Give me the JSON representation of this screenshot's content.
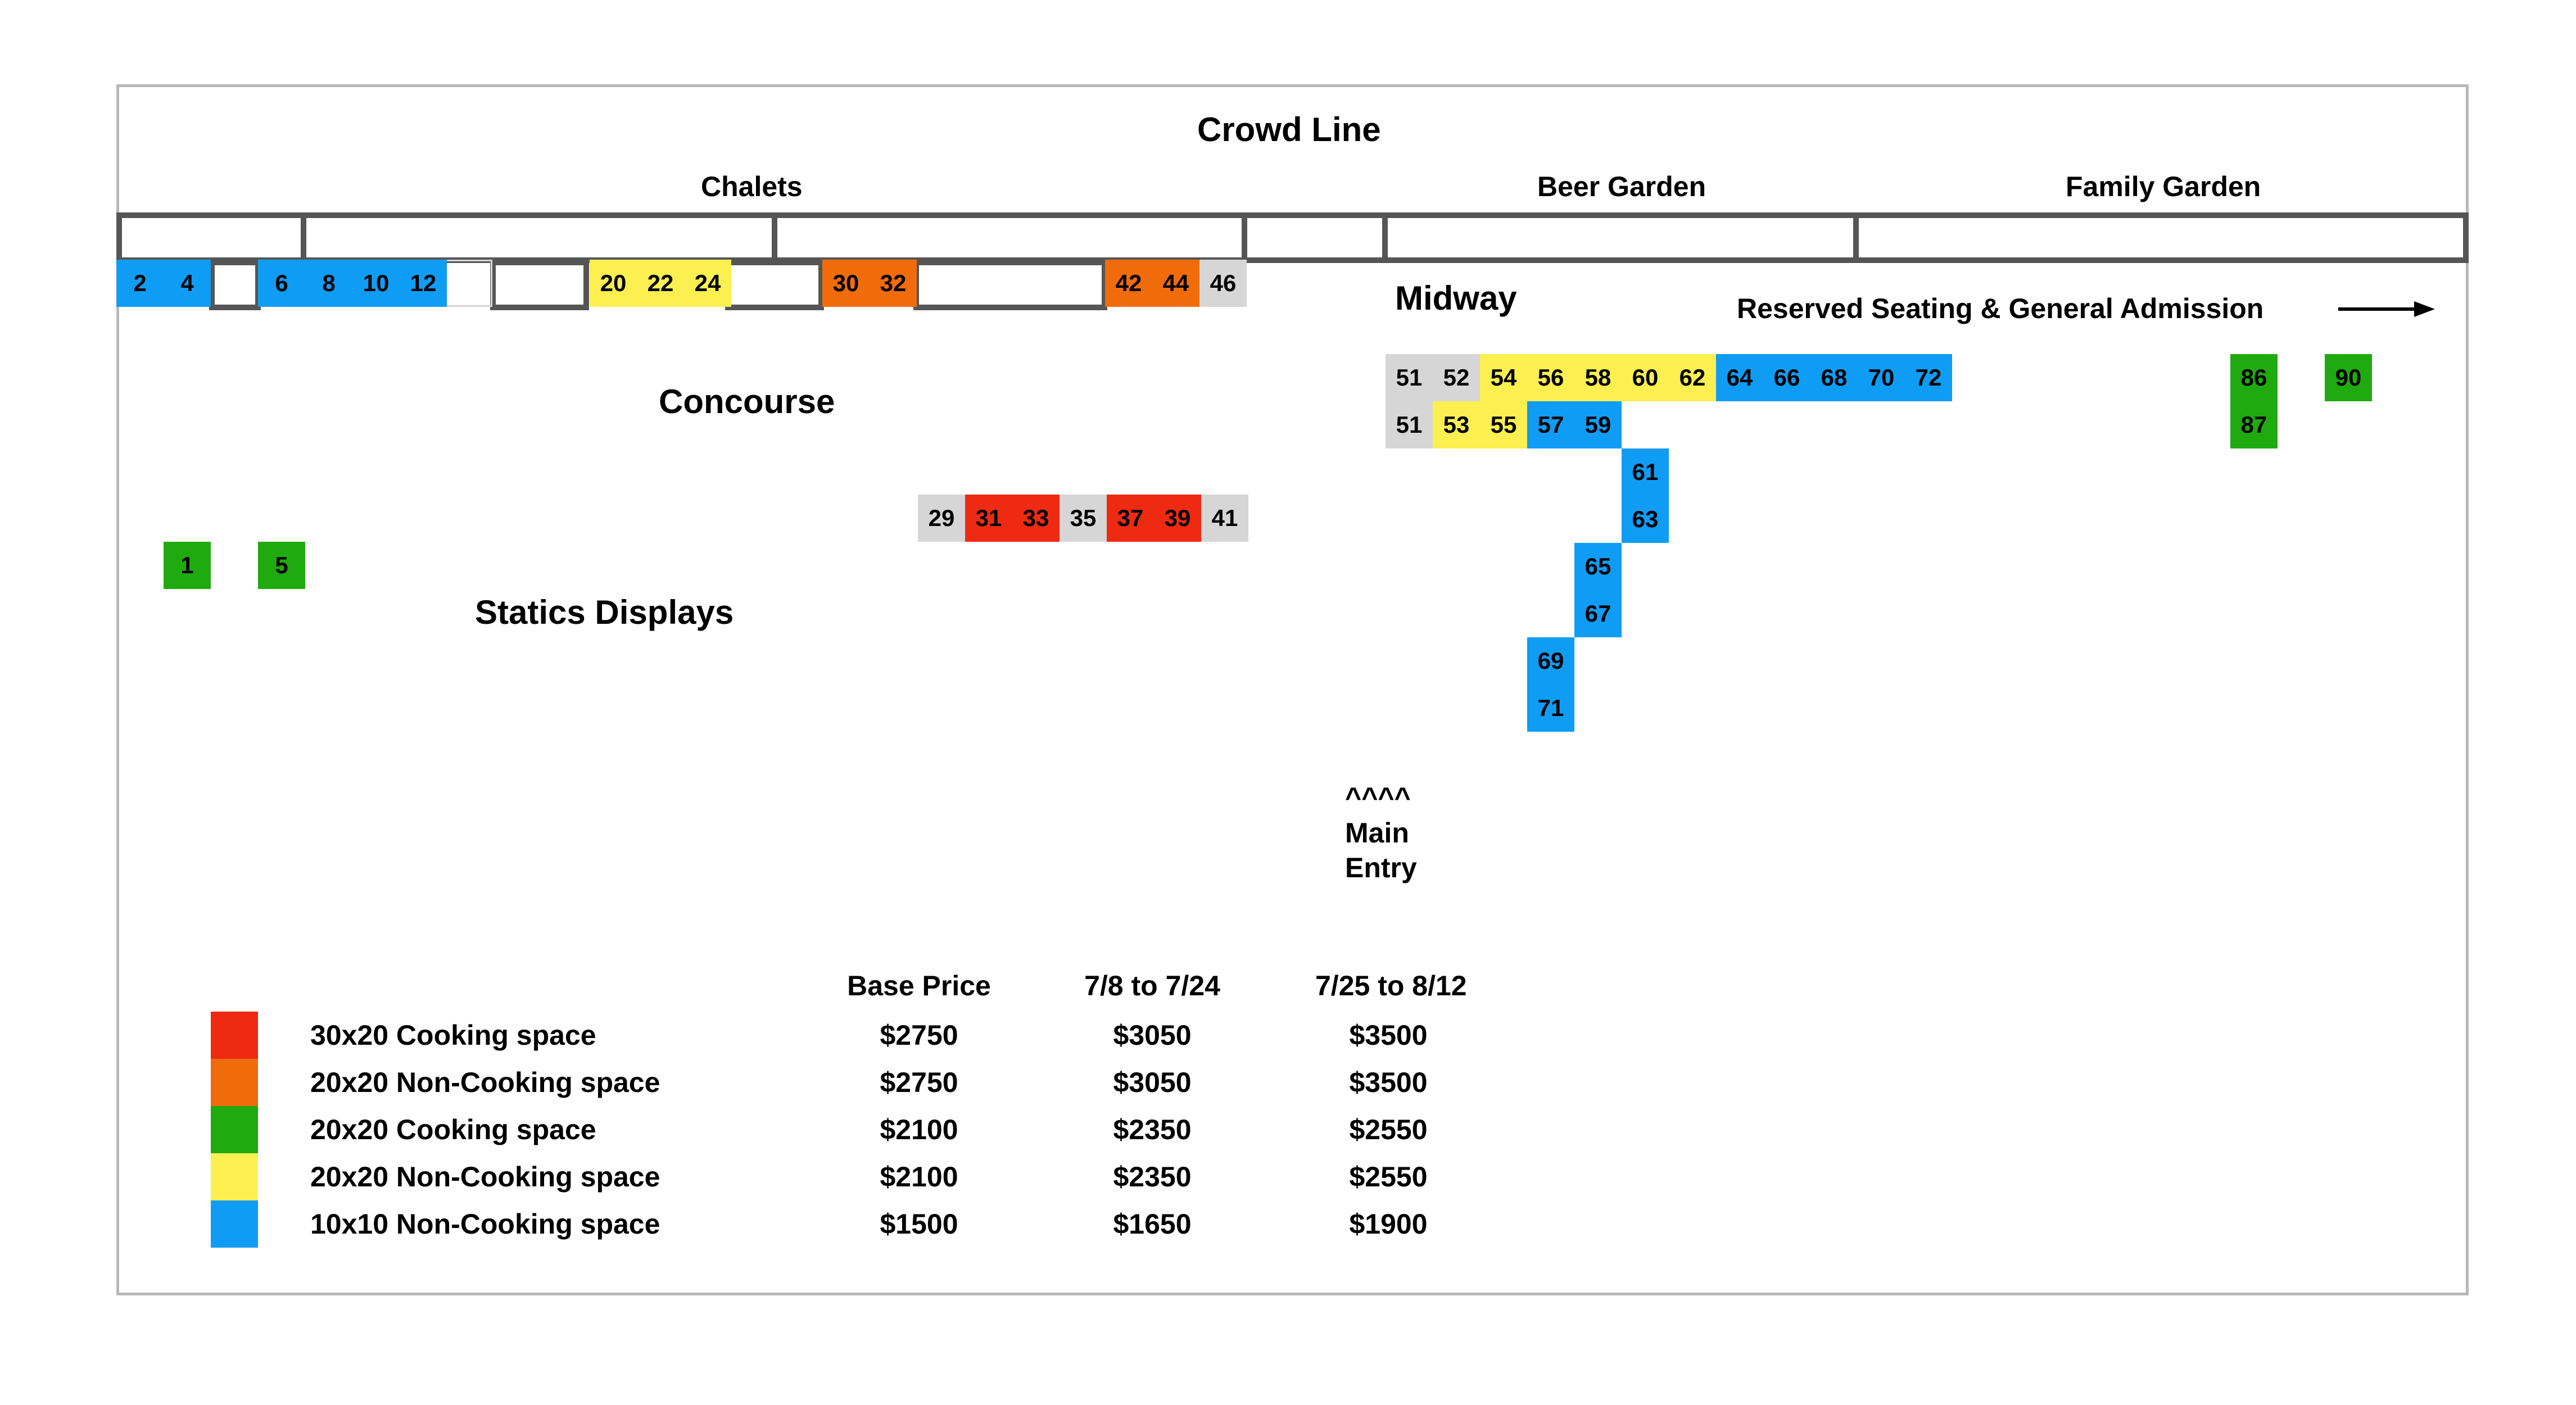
{
  "labels": {
    "crowd_line": "Crowd Line",
    "chalets": "Chalets",
    "beer_garden": "Beer Garden",
    "family_garden": "Family Garden",
    "midway": "Midway",
    "reserved": "Reserved Seating & General Admission",
    "concourse": "Concourse",
    "statics": "Statics Displays",
    "entry_arrows": "^^^^",
    "entry_line1": "Main",
    "entry_line2": "Entry"
  },
  "colors": {
    "red": "#ee2a12",
    "orange": "#f06c0a",
    "green": "#1faa0f",
    "yellow": "#fcef50",
    "blue": "#0f9cf5",
    "gray": "#d6d6d6",
    "outline": "#555555"
  },
  "legend_headers": [
    "Base Price",
    "7/8 to 7/24",
    "7/25 to 8/12"
  ],
  "legend": [
    {
      "color": "red",
      "label": "30x20 Cooking space",
      "prices": [
        "$2750",
        "$3050",
        "$3500"
      ]
    },
    {
      "color": "orange",
      "label": "20x20 Non-Cooking space",
      "prices": [
        "$2750",
        "$3050",
        "$3500"
      ]
    },
    {
      "color": "green",
      "label": "20x20 Cooking space",
      "prices": [
        "$2100",
        "$2350",
        "$2550"
      ]
    },
    {
      "color": "yellow",
      "label": "20x20 Non-Cooking space",
      "prices": [
        "$2100",
        "$2350",
        "$2550"
      ]
    },
    {
      "color": "blue",
      "label": "10x10 Non-Cooking space",
      "prices": [
        "$1500",
        "$1650",
        "$1900"
      ]
    }
  ],
  "spaces": {
    "top_row": [
      {
        "id": "2",
        "color": "blue"
      },
      {
        "id": "4",
        "color": "blue"
      },
      {
        "id": "6",
        "color": "blue"
      },
      {
        "id": "8",
        "color": "blue"
      },
      {
        "id": "10",
        "color": "blue"
      },
      {
        "id": "12",
        "color": "blue"
      },
      {
        "id": "20",
        "color": "yellow"
      },
      {
        "id": "22",
        "color": "yellow"
      },
      {
        "id": "24",
        "color": "yellow"
      },
      {
        "id": "30",
        "color": "orange"
      },
      {
        "id": "32",
        "color": "orange"
      },
      {
        "id": "42",
        "color": "orange"
      },
      {
        "id": "44",
        "color": "orange"
      },
      {
        "id": "46",
        "color": "gray"
      }
    ],
    "concourse_row": [
      {
        "id": "29",
        "color": "gray"
      },
      {
        "id": "31",
        "color": "red"
      },
      {
        "id": "33",
        "color": "red"
      },
      {
        "id": "35",
        "color": "gray"
      },
      {
        "id": "37",
        "color": "red"
      },
      {
        "id": "39",
        "color": "red"
      },
      {
        "id": "41",
        "color": "gray"
      }
    ],
    "statics": [
      {
        "id": "1",
        "color": "green"
      },
      {
        "id": "5",
        "color": "green"
      }
    ],
    "midway_row1": [
      {
        "id": "51",
        "color": "gray"
      },
      {
        "id": "52",
        "color": "gray"
      },
      {
        "id": "54",
        "color": "yellow"
      },
      {
        "id": "56",
        "color": "yellow"
      },
      {
        "id": "58",
        "color": "yellow"
      },
      {
        "id": "60",
        "color": "yellow"
      },
      {
        "id": "62",
        "color": "yellow"
      },
      {
        "id": "64",
        "color": "blue"
      },
      {
        "id": "66",
        "color": "blue"
      },
      {
        "id": "68",
        "color": "blue"
      },
      {
        "id": "70",
        "color": "blue"
      },
      {
        "id": "72",
        "color": "blue"
      }
    ],
    "midway_row2": [
      {
        "id": "51",
        "color": "gray"
      },
      {
        "id": "53",
        "color": "yellow"
      },
      {
        "id": "55",
        "color": "yellow"
      },
      {
        "id": "57",
        "color": "blue"
      },
      {
        "id": "59",
        "color": "blue"
      }
    ],
    "midway_column": [
      {
        "id": "61",
        "color": "blue"
      },
      {
        "id": "63",
        "color": "blue"
      },
      {
        "id": "65",
        "color": "blue"
      },
      {
        "id": "67",
        "color": "blue"
      },
      {
        "id": "69",
        "color": "blue"
      },
      {
        "id": "71",
        "color": "blue"
      }
    ],
    "family_garden": [
      {
        "id": "86",
        "color": "green"
      },
      {
        "id": "87",
        "color": "green"
      },
      {
        "id": "90",
        "color": "green"
      }
    ]
  }
}
